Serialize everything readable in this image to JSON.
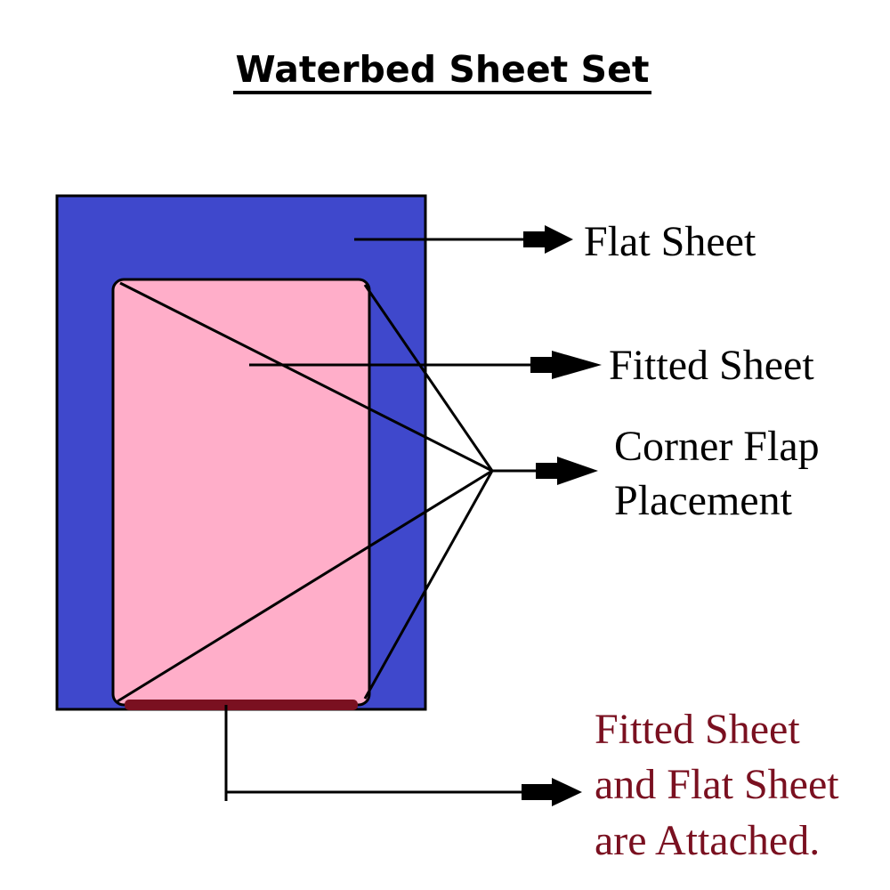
{
  "title": "Waterbed Sheet Set",
  "labels": {
    "flat_sheet": "Flat Sheet",
    "fitted_sheet": "Fitted Sheet",
    "corner_flap_line1": "Corner Flap",
    "corner_flap_line2": "Placement",
    "attached_line1": "Fitted Sheet",
    "attached_line2": "and Flat Sheet",
    "attached_line3": "are Attached."
  },
  "colors": {
    "flat_sheet": "#3f48cc",
    "fitted_sheet": "#ffaec9",
    "attached_seam": "#7a1020",
    "attached_text": "#7a1020",
    "line": "#000000"
  }
}
